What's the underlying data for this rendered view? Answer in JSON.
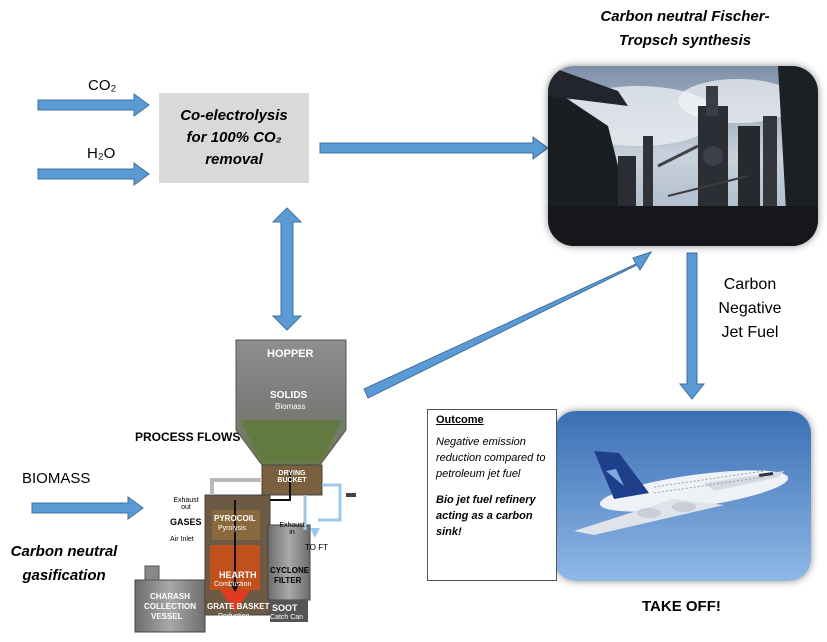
{
  "inputs": {
    "co2": "CO₂",
    "h2o": "H₂O",
    "biomass": "BIOMASS"
  },
  "coelectrolysis": {
    "line1": "Co-electrolysis",
    "line2": "for 100% CO₂",
    "line3": "removal"
  },
  "fischer_tropsch": {
    "line1": "Carbon neutral Fischer-",
    "line2": "Tropsch synthesis"
  },
  "jet_fuel_label": {
    "line1": "Carbon",
    "line2": "Negative",
    "line3": "Jet Fuel"
  },
  "outcome": {
    "heading": "Outcome",
    "text1": "Negative emission reduction compared to petroleum jet fuel",
    "text2": "Bio jet fuel refinery acting as a carbon sink!"
  },
  "takeoff": "TAKE OFF!",
  "gasification": {
    "line1": "Carbon neutral",
    "line2": "gasification"
  },
  "gasifier": {
    "process_flows": "PROCESS FLOWS",
    "hopper": "HOPPER",
    "solids": "SOLIDS",
    "biomass": "Biomass",
    "drying_bucket": "DRYING BUCKET",
    "exhaust_out": "Exhaust out",
    "gases": "GASES",
    "pyrocoil": "PYROCOIL",
    "pyrolysis": "Pyrolysis",
    "exhaust_in": "Exhaust in",
    "to_ft": "TO FT",
    "air_inlet": "Air Inlet",
    "hearth": "HEARTH",
    "combustion": "Combustion",
    "cyclone": "CYCLONE",
    "filter": "FILTER",
    "charash_collection": "CHARASH COLLECTION",
    "vessel": "VESSEL",
    "grate_basket": "GRATE BASKET",
    "reduction": "Reduction",
    "soot": "SOOT",
    "catch_can": "Catch Can"
  },
  "colors": {
    "arrow": "#5b9bd5",
    "arrow_stroke": "#41719c",
    "box": "#d9d9d9"
  }
}
